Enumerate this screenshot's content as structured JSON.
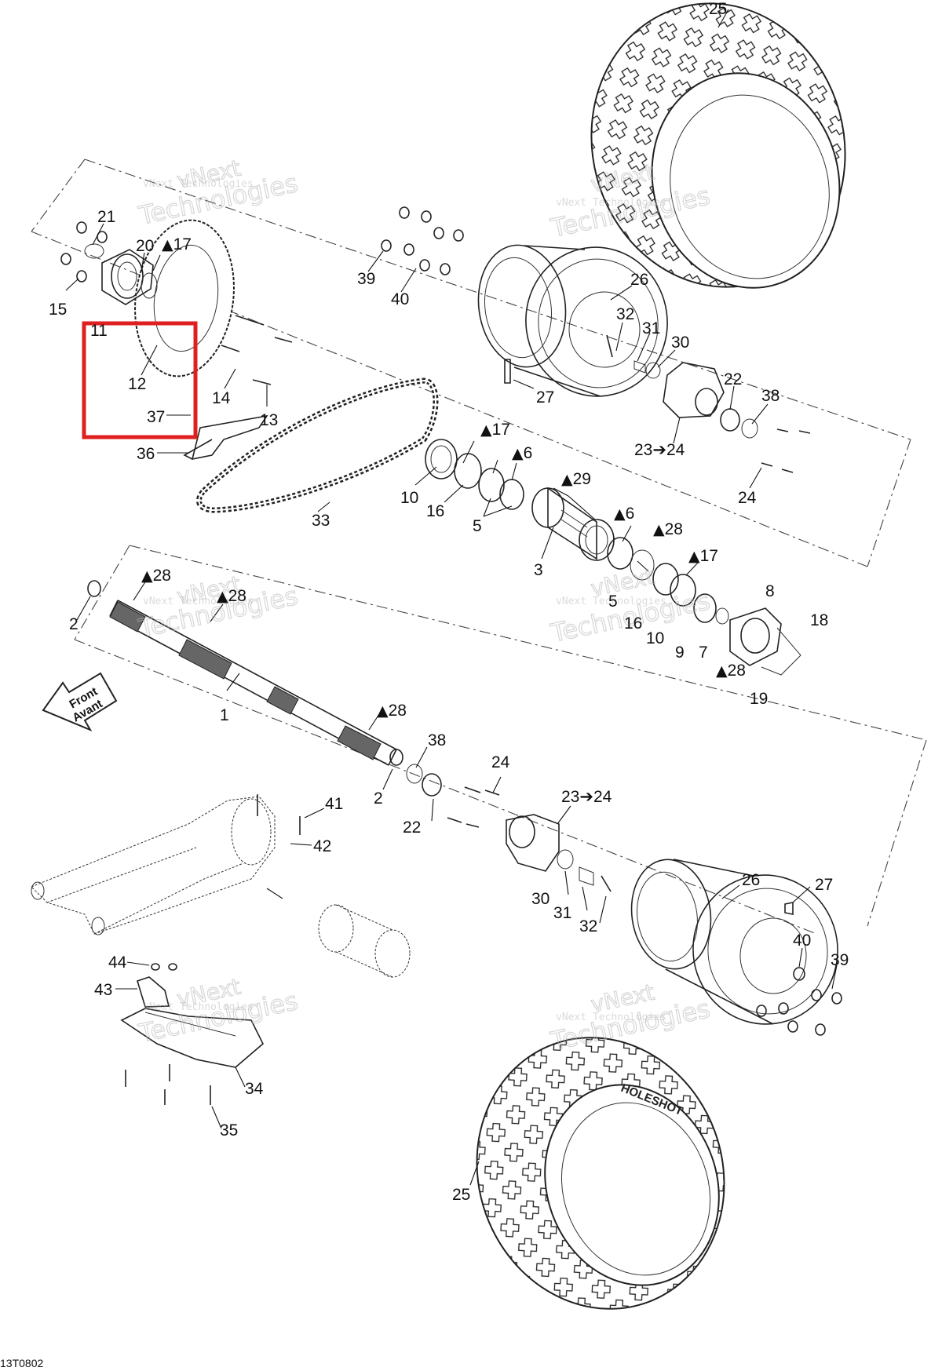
{
  "figure_code": "13T0802",
  "front_label": [
    "Front",
    "Avant"
  ],
  "watermark": [
    "vNext Technologies",
    "vNext",
    "Technologies"
  ],
  "highlight": {
    "color": "#e02020"
  },
  "tire_text": "HOLESHOT",
  "callouts": [
    {
      "id": "c25a",
      "text": "25"
    },
    {
      "id": "c21",
      "text": "21"
    },
    {
      "id": "c20",
      "text": "20"
    },
    {
      "id": "c17a",
      "text": "17",
      "lube": true
    },
    {
      "id": "c15",
      "text": "15"
    },
    {
      "id": "c11",
      "text": "11"
    },
    {
      "id": "c12",
      "text": "12"
    },
    {
      "id": "c37",
      "text": "37"
    },
    {
      "id": "c36",
      "text": "36"
    },
    {
      "id": "c14",
      "text": "14"
    },
    {
      "id": "c13",
      "text": "13"
    },
    {
      "id": "c39a",
      "text": "39"
    },
    {
      "id": "c40a",
      "text": "40"
    },
    {
      "id": "c26a",
      "text": "26"
    },
    {
      "id": "c32a",
      "text": "32"
    },
    {
      "id": "c31a",
      "text": "31"
    },
    {
      "id": "c30a",
      "text": "30"
    },
    {
      "id": "c27a",
      "text": "27"
    },
    {
      "id": "c22a",
      "text": "22"
    },
    {
      "id": "c38a",
      "text": "38"
    },
    {
      "id": "c2324a",
      "text": "23➔24"
    },
    {
      "id": "c24a",
      "text": "24"
    },
    {
      "id": "c17b",
      "text": "17",
      "lube": true
    },
    {
      "id": "c6a",
      "text": "6",
      "lube": true
    },
    {
      "id": "c10a",
      "text": "10"
    },
    {
      "id": "c16a",
      "text": "16"
    },
    {
      "id": "c5a",
      "text": "5"
    },
    {
      "id": "c29",
      "text": "29",
      "lube": true
    },
    {
      "id": "c33",
      "text": "33"
    },
    {
      "id": "c6b",
      "text": "6",
      "lube": true
    },
    {
      "id": "c28a",
      "text": "28",
      "lube": true
    },
    {
      "id": "c17c",
      "text": "17",
      "lube": true
    },
    {
      "id": "c3",
      "text": "3"
    },
    {
      "id": "c28b",
      "text": "28",
      "lube": true
    },
    {
      "id": "c2a",
      "text": "2"
    },
    {
      "id": "c28c",
      "text": "28",
      "lube": true
    },
    {
      "id": "c5b",
      "text": "5"
    },
    {
      "id": "c16b",
      "text": "16"
    },
    {
      "id": "c8",
      "text": "8"
    },
    {
      "id": "c18",
      "text": "18"
    },
    {
      "id": "c10b",
      "text": "10"
    },
    {
      "id": "c9",
      "text": "9"
    },
    {
      "id": "c7",
      "text": "7"
    },
    {
      "id": "c28d",
      "text": "28",
      "lube": true
    },
    {
      "id": "c19",
      "text": "19"
    },
    {
      "id": "c1",
      "text": "1"
    },
    {
      "id": "c28e",
      "text": "28",
      "lube": true
    },
    {
      "id": "c38b",
      "text": "38"
    },
    {
      "id": "c24b",
      "text": "24"
    },
    {
      "id": "c2b",
      "text": "2"
    },
    {
      "id": "c2324b",
      "text": "23➔24"
    },
    {
      "id": "c22b",
      "text": "22"
    },
    {
      "id": "c41",
      "text": "41"
    },
    {
      "id": "c42",
      "text": "42"
    },
    {
      "id": "c26b",
      "text": "26"
    },
    {
      "id": "c27b",
      "text": "27"
    },
    {
      "id": "c30b",
      "text": "30"
    },
    {
      "id": "c31b",
      "text": "31"
    },
    {
      "id": "c32b",
      "text": "32"
    },
    {
      "id": "c40b",
      "text": "40"
    },
    {
      "id": "c39b",
      "text": "39"
    },
    {
      "id": "c44",
      "text": "44"
    },
    {
      "id": "c43",
      "text": "43"
    },
    {
      "id": "c34",
      "text": "34"
    },
    {
      "id": "c35",
      "text": "35"
    },
    {
      "id": "c25b",
      "text": "25"
    }
  ]
}
